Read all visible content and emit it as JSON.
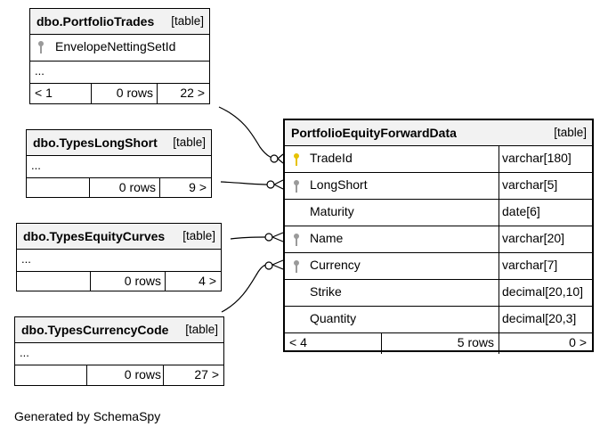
{
  "generated_by": "Generated by SchemaSpy",
  "tables": {
    "portfolio_trades": {
      "name": "dbo.PortfolioTrades",
      "kind": "[table]",
      "columns": [
        "EnvelopeNettingSetId"
      ],
      "ellipsis": "...",
      "prev": "< 1",
      "rows": "0 rows",
      "next": "22 >"
    },
    "types_long_short": {
      "name": "dbo.TypesLongShort",
      "kind": "[table]",
      "ellipsis": "...",
      "prev": "",
      "rows": "0 rows",
      "next": "9 >"
    },
    "types_equity_curves": {
      "name": "dbo.TypesEquityCurves",
      "kind": "[table]",
      "ellipsis": "...",
      "prev": "",
      "rows": "0 rows",
      "next": "4 >"
    },
    "types_currency_code": {
      "name": "dbo.TypesCurrencyCode",
      "kind": "[table]",
      "ellipsis": "...",
      "prev": "",
      "rows": "0 rows",
      "next": "27 >"
    },
    "portfolio_equity_forward_data": {
      "name": "PortfolioEquityForwardData",
      "kind": "[table]",
      "columns": [
        {
          "name": "TradeId",
          "type": "varchar[180]",
          "icon": "primary-key-icon"
        },
        {
          "name": "LongShort",
          "type": "varchar[5]",
          "icon": "foreign-key-icon"
        },
        {
          "name": "Maturity",
          "type": "date[6]",
          "icon": ""
        },
        {
          "name": "Name",
          "type": "varchar[20]",
          "icon": "foreign-key-icon"
        },
        {
          "name": "Currency",
          "type": "varchar[7]",
          "icon": "foreign-key-icon"
        },
        {
          "name": "Strike",
          "type": "decimal[20,10]",
          "icon": ""
        },
        {
          "name": "Quantity",
          "type": "decimal[20,3]",
          "icon": ""
        }
      ],
      "prev": "< 4",
      "rows": "5 rows",
      "next": "0 >"
    }
  },
  "colors": {
    "header_bg": "#f2f2f2",
    "primary_key": "#e6c200",
    "foreign_key": "#9a9a9a",
    "line": "#000000"
  }
}
